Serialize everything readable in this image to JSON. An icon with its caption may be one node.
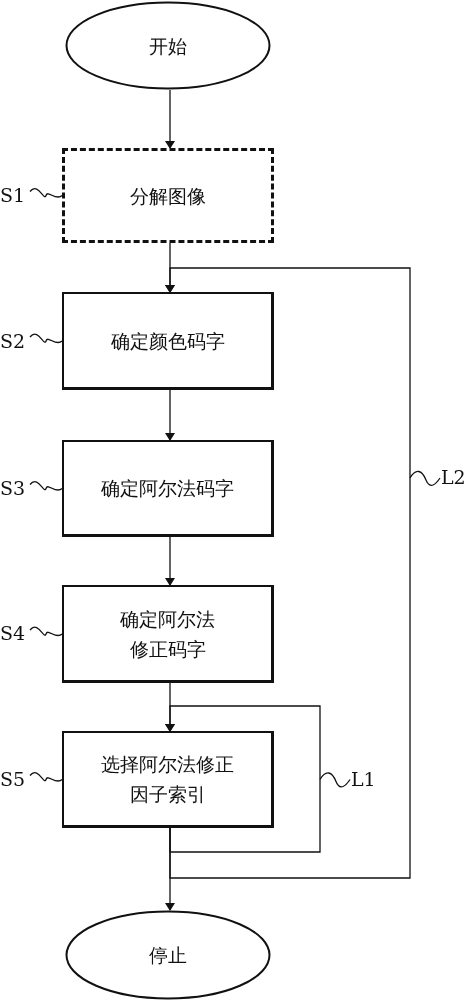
{
  "diagram": {
    "nodes": [
      {
        "text": [
          "开始"
        ]
      },
      {
        "text": [
          "分解图像"
        ]
      },
      {
        "text": [
          "确定颜色码字"
        ]
      },
      {
        "text": [
          "确定阿尔法码字"
        ]
      },
      {
        "text": [
          "确定阿尔法修正码字"
        ]
      },
      {
        "text": [
          "选择阿尔法修正因子索引"
        ]
      },
      {
        "text": [
          "停止"
        ]
      },
      {
        "text": [
          "S1"
        ]
      },
      {
        "text": [
          "S2"
        ]
      },
      {
        "text": [
          "S3"
        ]
      },
      {
        "text": [
          "S4"
        ]
      },
      {
        "text": [
          "S5"
        ]
      }
    ],
    "edges": [
      {
        "from": 0,
        "to": 1,
        "arrow": "to"
      },
      {
        "from": 1,
        "to": 2,
        "arrow": "to"
      },
      {
        "from": 2,
        "to": 3,
        "arrow": "to"
      },
      {
        "from": 3,
        "to": 4,
        "arrow": "to"
      },
      {
        "from": 4,
        "to": 5,
        "arrow": "to"
      },
      {
        "from": 5,
        "to": 6,
        "arrow": "to"
      },
      {
        "from": 5,
        "to": 5,
        "arrow": "to",
        "label": "L1"
      },
      {
        "from": 5,
        "to": 2,
        "arrow": "to",
        "label": "L2"
      },
      {
        "from": 7,
        "to": 1,
        "arrow": "none"
      },
      {
        "from": 8,
        "to": 2,
        "arrow": "none"
      },
      {
        "from": 9,
        "to": 3,
        "arrow": "none"
      },
      {
        "from": 10,
        "to": 4,
        "arrow": "none"
      },
      {
        "from": 11,
        "to": 5,
        "arrow": "none"
      }
    ]
  }
}
